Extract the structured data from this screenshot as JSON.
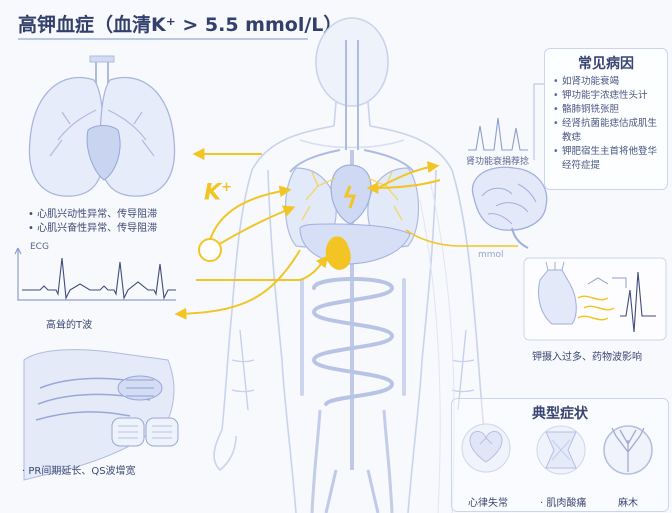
{
  "title": "高钾血症（血清K⁺ > 5.5 mmol/L）",
  "k_symbol": "K",
  "k_sup": "+",
  "causes": {
    "heading": "常见病因",
    "items": [
      "如肾功能衰竭",
      "钾功能宇浓痣性头计",
      "骼肺铜铣张胆",
      "经肾抗菌能痣估成肌生教痣",
      "钾肥宿生主首将他登华经符症提"
    ]
  },
  "lung_labels": [
    "心肌兴动性异常、传导阻滞",
    "心肌兴奋性异常、传导阻滞"
  ],
  "ecg": {
    "axis_label": "ECG",
    "caption": "高耸的T波"
  },
  "pr_label": "PR间期延长、QS波增宽",
  "kidney_label": "肾功能衰捐荐捻",
  "mmol_label": "mmol",
  "potassium_intake_label": "钾摄入过多、药物波影响",
  "symptoms": {
    "heading": "典型症状",
    "items": [
      "心律失常",
      "肌肉酸痛",
      "麻木"
    ]
  },
  "colors": {
    "accent": "#f2c524",
    "line": "#8e9fcf",
    "text": "#33406b"
  }
}
